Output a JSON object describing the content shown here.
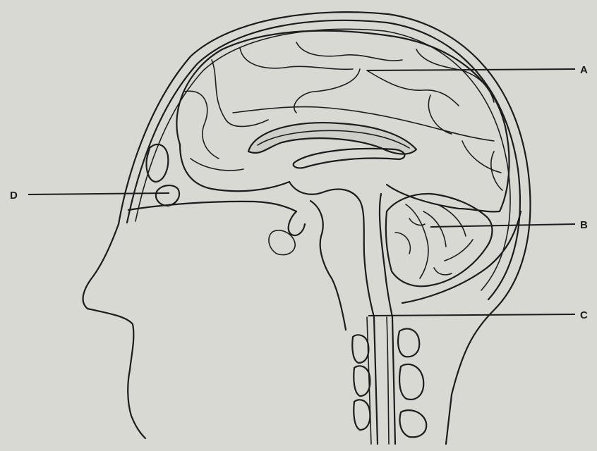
{
  "diagram": {
    "labels": [
      {
        "id": "A",
        "text": "A"
      },
      {
        "id": "B",
        "text": "B"
      },
      {
        "id": "C",
        "text": "C"
      },
      {
        "id": "D",
        "text": "D"
      }
    ]
  }
}
